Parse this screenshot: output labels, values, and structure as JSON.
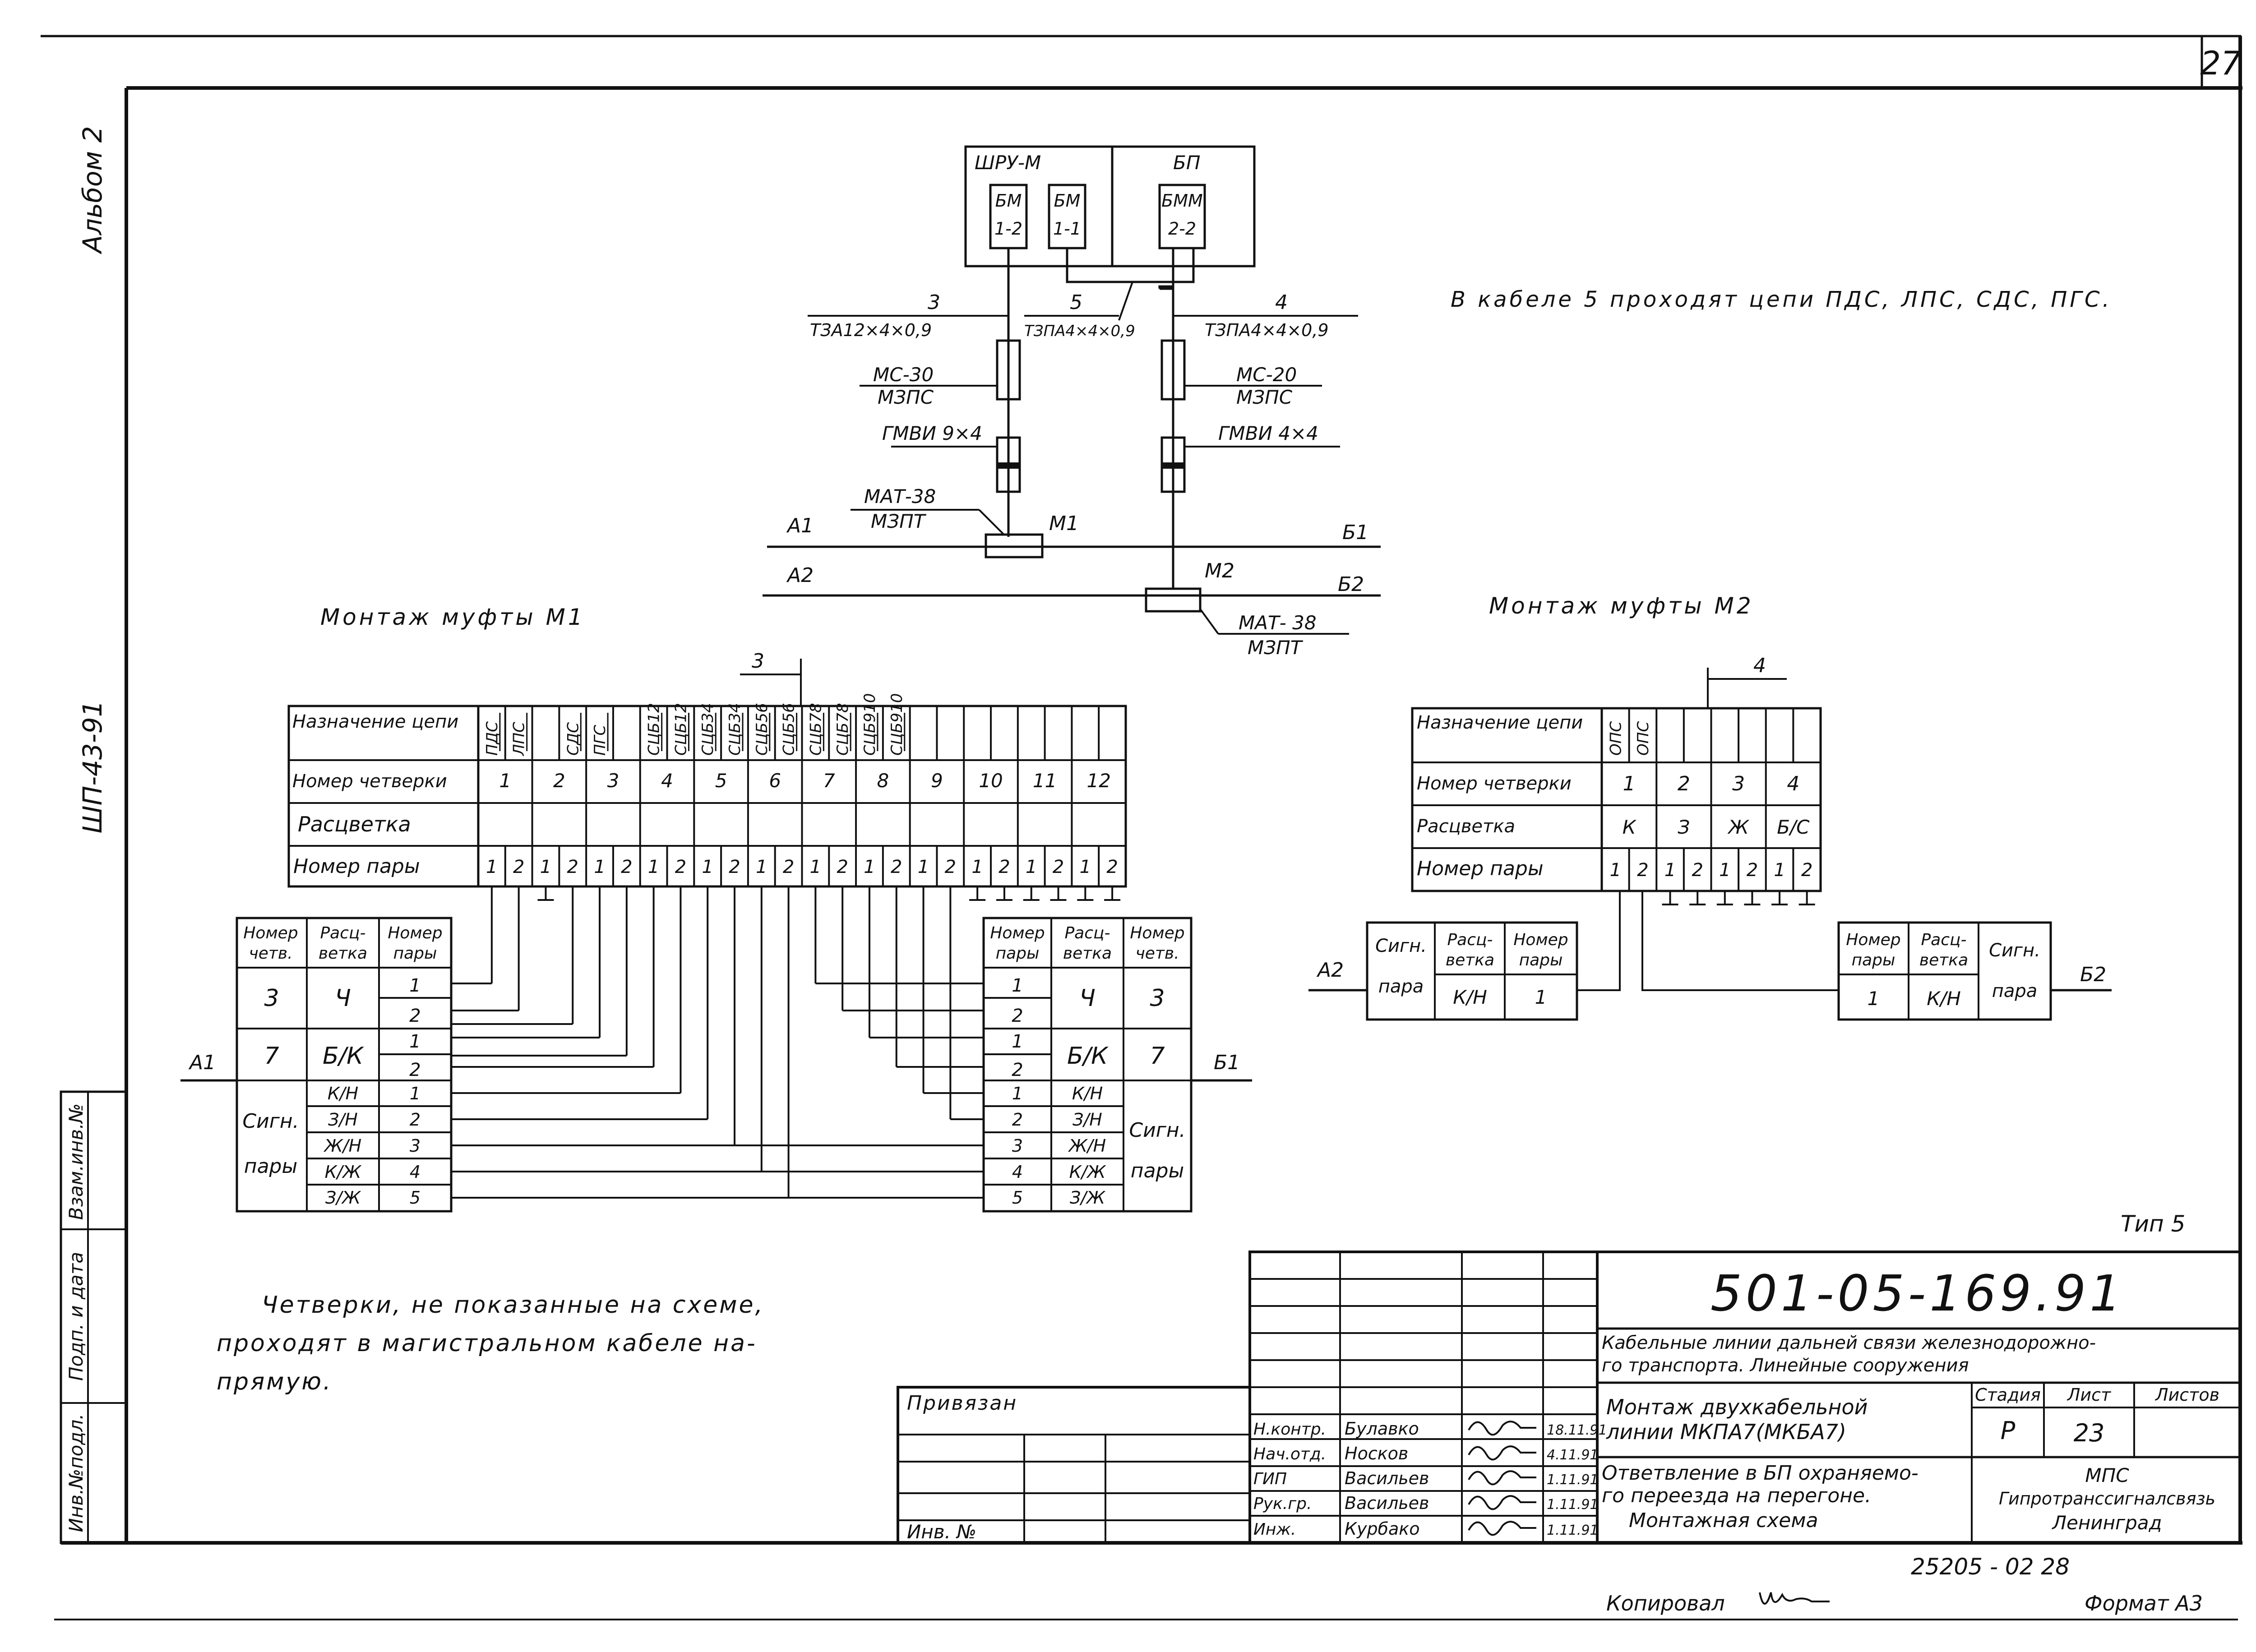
{
  "sheet": {
    "page_number": "27",
    "album_label": "Альбом 2",
    "series_label": "ШП-43-91",
    "stamp_left": [
      "Инв.№подл.",
      "Подп. и дата",
      "Взам.инв.№"
    ],
    "note_cable5": "В кабеле 5 проходят цепи ПДС, ЛПС, СДС, ПГС.",
    "note_quads": [
      "Четверки, не показанные на схеме,",
      "проходят в магистральном кабеле на-",
      "прямую."
    ],
    "type_label": "Тип 5",
    "bottom_code": "25205 - 02  28",
    "copied_by": "Копировал",
    "format": "Формат А3"
  },
  "top_scheme": {
    "box_shru": "ШРУ-М",
    "box_bp": "БП",
    "blocks": [
      [
        "БМ",
        "1-2"
      ],
      [
        "БМ",
        "1-1"
      ],
      [
        "БММ",
        "2-2"
      ]
    ],
    "cable3": {
      "num": "3",
      "spec": "ТЗА12×4×0,9"
    },
    "cable5": {
      "num": "5",
      "spec": "ТЗПА4×4×0,9"
    },
    "cable4": {
      "num": "4",
      "spec": "ТЗПА4×4×0,9"
    },
    "mc30": {
      "top": "МС-30",
      "bottom": "МЗПС"
    },
    "mc20": {
      "top": "МС-20",
      "bottom": "МЗПС"
    },
    "gmvi_left": "ГМВИ 9×4",
    "gmvi_right": "ГМВИ 4×4",
    "mat_top": {
      "top": "МАТ-38",
      "bottom": "МЗПТ"
    },
    "mat_bottom": {
      "top": "МАТ- 38",
      "bottom": "МЗПТ"
    },
    "m1": "М1",
    "m2": "М2",
    "a1": "А1",
    "a2": "А2",
    "b1": "Б1",
    "b2": "Б2"
  },
  "m1": {
    "title": "Монтаж муфты М1",
    "cable": "3",
    "row_labels": [
      "Назначение цепи",
      "Номер четверки",
      "Расцветка",
      "Номер пары"
    ],
    "circuits": [
      "ПДС",
      "ЛПС",
      "",
      "СДС",
      "ПГС",
      "",
      "СЦБ12",
      "СЦБ12",
      "СЦБ34",
      "СЦБ34",
      "СЦБ56",
      "СЦБ56",
      "СЦБ78",
      "СЦБ78",
      "СЦБ910",
      "СЦБ910",
      "",
      "",
      "",
      "",
      "",
      "",
      "",
      ""
    ],
    "quads": [
      "1",
      "2",
      "3",
      "4",
      "5",
      "6",
      "7",
      "8",
      "9",
      "10",
      "11",
      "12"
    ],
    "pair_numbers": [
      "1",
      "2"
    ],
    "a1": "А1",
    "b1": "Б1",
    "left_table": {
      "headers": [
        "Номер четв.",
        "Расц-ветка",
        "Номер пары"
      ],
      "rows": [
        {
          "quad": "3",
          "color": "Ч",
          "pairs": [
            "1",
            "2"
          ]
        },
        {
          "quad": "7",
          "color": "Б/К",
          "pairs": [
            "1",
            "2"
          ]
        }
      ],
      "signal_label": [
        "Сигн.",
        "пары"
      ],
      "signal_rows": [
        [
          "К/Н",
          "1"
        ],
        [
          "З/Н",
          "2"
        ],
        [
          "Ж/Н",
          "3"
        ],
        [
          "К/Ж",
          "4"
        ],
        [
          "З/Ж",
          "5"
        ]
      ]
    },
    "right_table": {
      "headers": [
        "Номер пары",
        "Расц-ветка",
        "Номер четв."
      ],
      "rows": [
        {
          "quad": "3",
          "color": "Ч",
          "pairs": [
            "1",
            "2"
          ]
        },
        {
          "quad": "7",
          "color": "Б/К",
          "pairs": [
            "1",
            "2"
          ]
        }
      ],
      "signal_label": [
        "Сигн.",
        "пары"
      ],
      "signal_rows": [
        [
          "1",
          "К/Н"
        ],
        [
          "2",
          "З/Н"
        ],
        [
          "3",
          "Ж/Н"
        ],
        [
          "4",
          "К/Ж"
        ],
        [
          "5",
          "З/Ж"
        ]
      ]
    }
  },
  "m2": {
    "title": "Монтаж муфты М2",
    "cable": "4",
    "row_labels": [
      "Назначение цепи",
      "Номер четверки",
      "Расцветка",
      "Номер пары"
    ],
    "circuits": [
      "ОПС",
      "ОПС",
      "",
      "",
      "",
      "",
      "",
      ""
    ],
    "quads": [
      "1",
      "2",
      "3",
      "4"
    ],
    "colors": [
      "К",
      "З",
      "Ж",
      "Б/С"
    ],
    "pair_numbers": [
      "1",
      "2"
    ],
    "a2": "А2",
    "b2": "Б2",
    "left_box": {
      "label": [
        "Сигн.",
        "пара"
      ],
      "headers": [
        "Расц-ветка",
        "Номер пары"
      ],
      "values": [
        "К/Н",
        "1"
      ]
    },
    "right_box": {
      "label": [
        "Сигн.",
        "пара"
      ],
      "headers": [
        "Номер пары",
        "Расц-ветка"
      ],
      "values": [
        "1",
        "К/Н"
      ]
    }
  },
  "title_block": {
    "designation": "501-05-169.91",
    "project": [
      "Кабельные линии дальней связи железнодорожно-",
      "го транспорта.   Линейные сооружения"
    ],
    "sheet_title": [
      "Монтаж двухкабельной",
      "линии МКПА7(МКБА7)"
    ],
    "drawing_title": [
      "Ответвление в БП охраняемо-",
      "го переезда на перегоне.",
      "Монтажная схема"
    ],
    "stage_headers": [
      "Стадия",
      "Лист",
      "Листов"
    ],
    "stage": "Р",
    "sheet": "23",
    "sheets": "",
    "org": [
      "МПС",
      "Гипротранссигналсвязь",
      "Ленинград"
    ],
    "privyazan": "Привязан",
    "inv_no": "Инв. №",
    "people": [
      {
        "role": "Н.контр.",
        "name": "Булавко",
        "date": "18.11.91"
      },
      {
        "role": "Нач.отд.",
        "name": "Носков",
        "date": "4.11.91"
      },
      {
        "role": "ГИП",
        "name": "Васильев",
        "date": "1.11.91"
      },
      {
        "role": "Рук.гр.",
        "name": "Васильев",
        "date": "1.11.91"
      },
      {
        "role": "Инж.",
        "name": "Курбако",
        "date": "1.11.91"
      }
    ]
  }
}
